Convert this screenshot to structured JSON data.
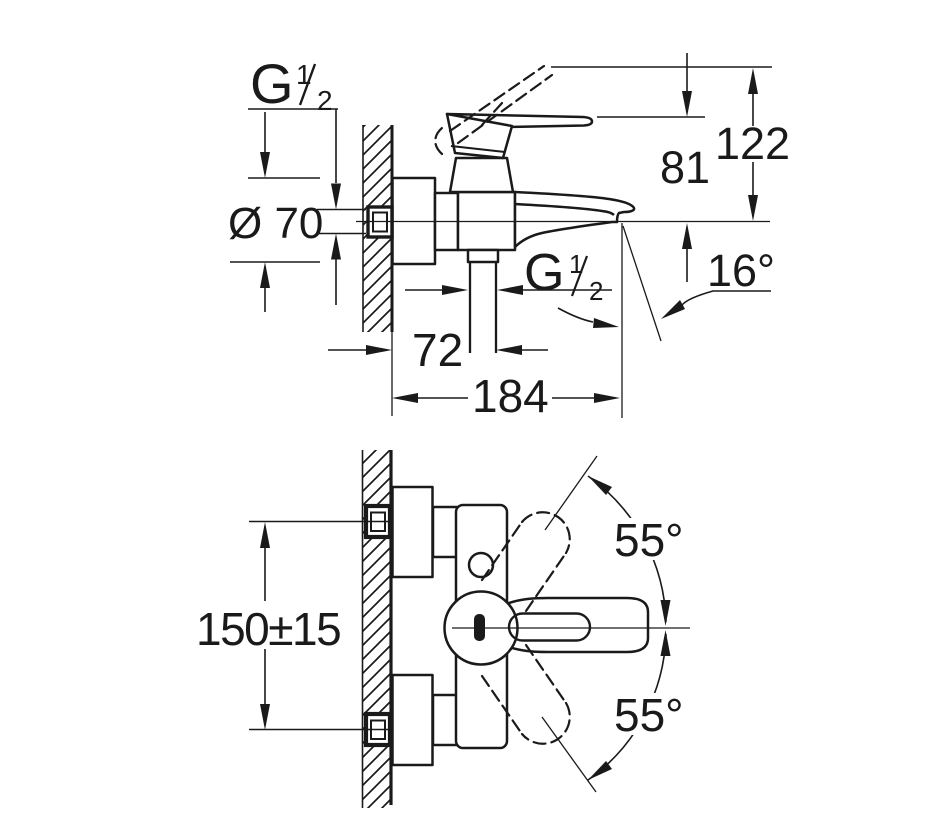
{
  "drawing": {
    "subject": "wall-mounted single-lever bath mixer - dimensional drawing",
    "colors": {
      "line": "#1a1a1a",
      "background": "#ffffff"
    },
    "dimensions": {
      "thread_top": {
        "label": "G 1/2",
        "prefix": "G",
        "numerator": "1",
        "denominator": "2"
      },
      "flange_diameter": {
        "label": "Ø 70"
      },
      "overall_height": {
        "label": "122"
      },
      "lever_to_outlet_height": {
        "label": "81"
      },
      "spout_angle": {
        "label": "16°"
      },
      "thread_middle": {
        "label": "G 1/2",
        "prefix": "G",
        "numerator": "1",
        "denominator": "2"
      },
      "wall_to_outlet": {
        "label": "72"
      },
      "wall_to_spout_tip": {
        "label": "184"
      },
      "inlet_spacing": {
        "label": "150±15"
      },
      "handle_swing_up": {
        "label": "55°"
      },
      "handle_swing_down": {
        "label": "55°"
      }
    }
  }
}
